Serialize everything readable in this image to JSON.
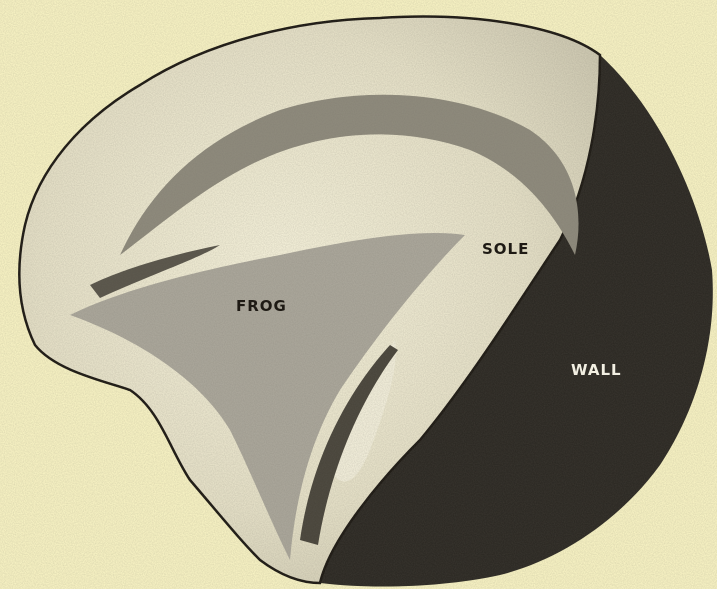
{
  "labels": {
    "sole": "SOLE",
    "frog": "FROG",
    "wall": "WALL"
  },
  "colors": {
    "paper": "#f6f1c2",
    "wall": "#2d2a24",
    "ink": "#1e1a14",
    "sole_shade": "#8e8a7c",
    "frog_shade": "#aaa69a"
  }
}
